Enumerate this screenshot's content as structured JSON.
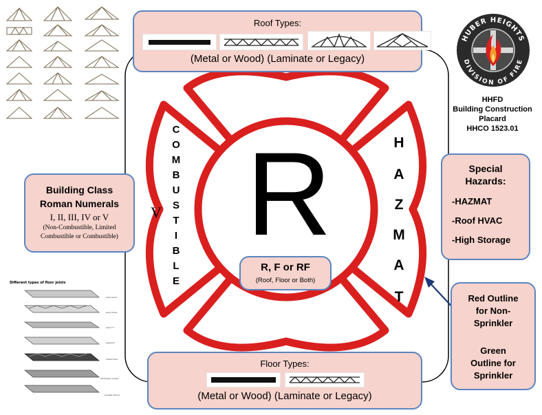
{
  "roof": {
    "heading": "Roof Types:",
    "caption": "(Metal or Wood) (Laminate or Legacy)"
  },
  "floor": {
    "heading": "Floor Types:",
    "caption": "(Metal or Wood) (Laminate or Legacy)"
  },
  "placard": {
    "line1": "HHFD",
    "line2": "Building Construction",
    "line3": "Placard",
    "line4": "HHCO 1523.01"
  },
  "logo": {
    "top_text": "HUBER HEIGHTS",
    "bottom_text": "DIVISION OF FIRE"
  },
  "center": {
    "letter": "R",
    "rf_title": "R, F or RF",
    "rf_sub": "(Roof, Floor or Both)"
  },
  "class": {
    "title1": "Building Class",
    "title2": "Roman Numerals",
    "numerals": "I, II, III, IV or V",
    "note1": "(Non-Combustible, Limited",
    "note2": "Combustible or Combustible)",
    "marker": "V"
  },
  "combustible": [
    "C",
    "O",
    "M",
    "B",
    "U",
    "S",
    "T",
    "I",
    "B",
    "L",
    "E"
  ],
  "hazmat": [
    "H",
    "A",
    "Z",
    "M",
    "A",
    "T"
  ],
  "special": {
    "title1": "Special",
    "title2": "Hazards:",
    "items": [
      "-HAZMAT",
      "-Roof HVAC",
      "-High Storage"
    ]
  },
  "outline": {
    "red1": "Red Outline",
    "red2": "for Non-",
    "red3": "Sprinkler",
    "green1": "Green",
    "green2": "Outline for",
    "green3": "Sprinkler"
  },
  "joists": {
    "title": "Different types of floor joists",
    "labels": [
      "solid wood",
      "wood truss",
      "wood \"I\"",
      "plywood",
      "metal truss",
      "laminated veneer",
      "parallel strand"
    ]
  },
  "colors": {
    "maltese_red": "#d9201f",
    "box_fill": "#f6d3cc",
    "box_border": "#5b84c0",
    "arrow": "#1f3a78"
  }
}
